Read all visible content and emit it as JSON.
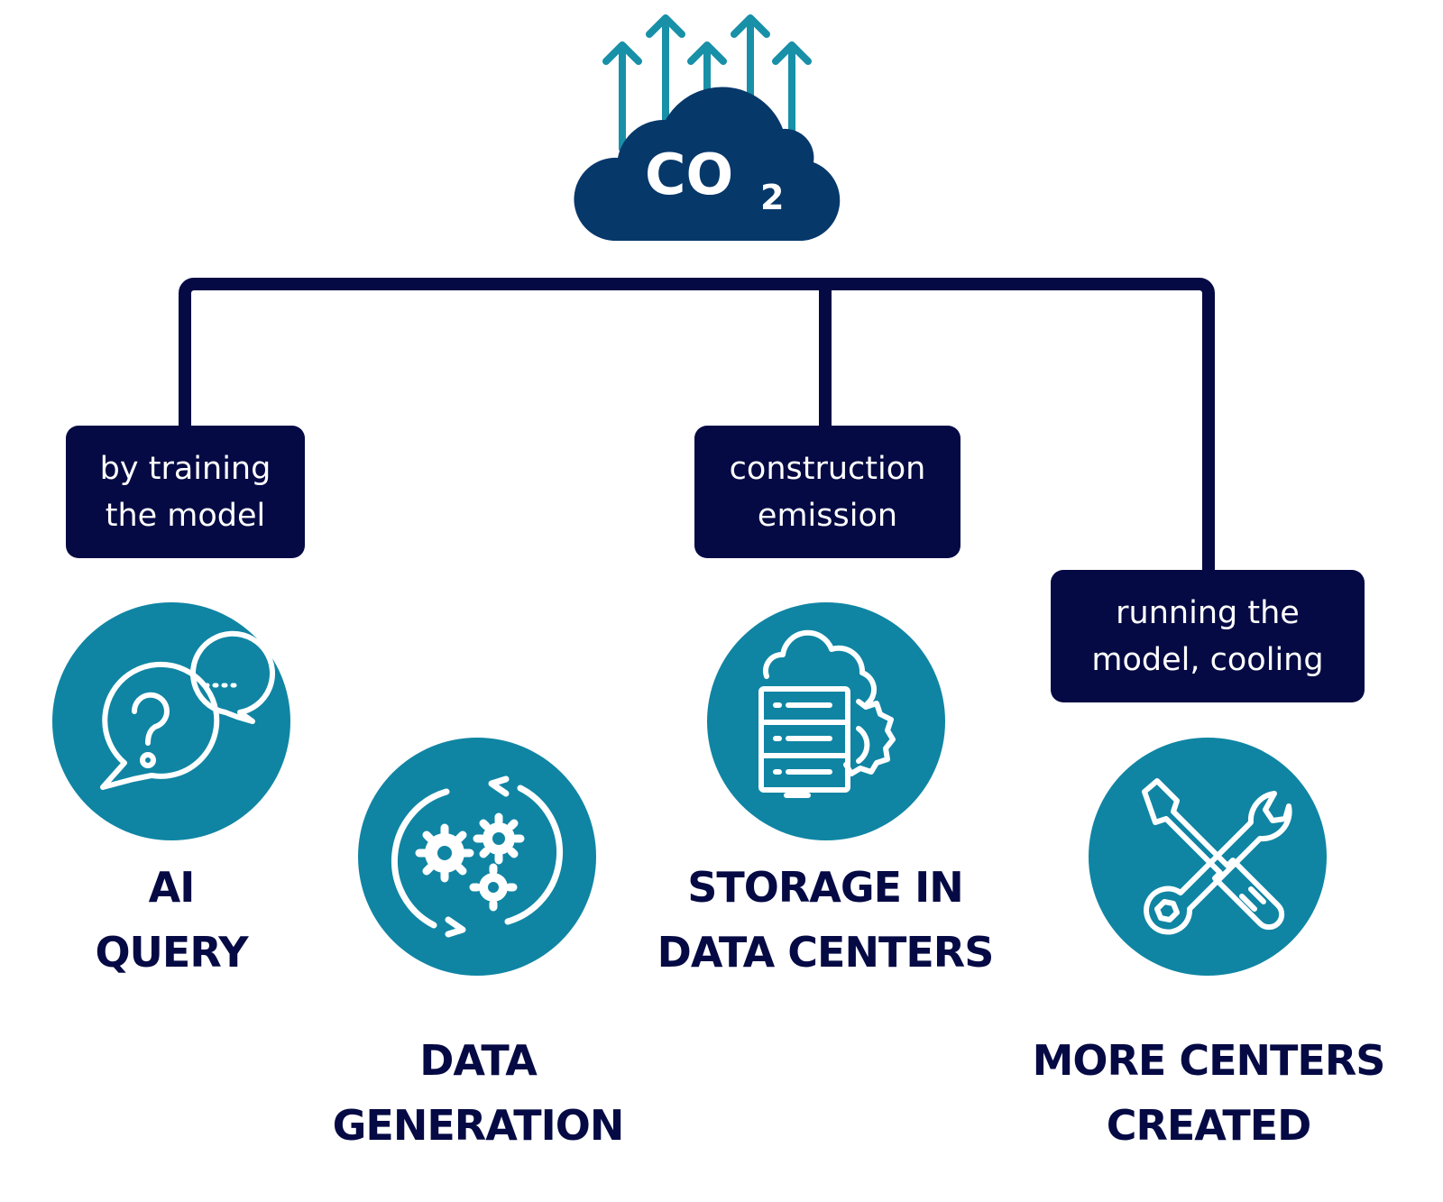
{
  "cloud": {
    "formula": "CO",
    "subscript": "2"
  },
  "causes": [
    {
      "label": "by training\nthe model"
    },
    {
      "label": "construction\nemission"
    },
    {
      "label": "running the\nmodel, cooling"
    }
  ],
  "topics": [
    {
      "title": "AI\nQUERY",
      "icon": "chat-question-icon"
    },
    {
      "title": "DATA\nGENERATION",
      "icon": "gears-cycle-icon"
    },
    {
      "title": "STORAGE IN\nDATA CENTERS",
      "icon": "cloud-server-icon"
    },
    {
      "title": "MORE CENTERS\nCREATED",
      "icon": "wrench-screwdriver-icon"
    }
  ],
  "colors": {
    "navy": "#050a44",
    "cloud": "#07386a",
    "teal": "#0f85a3",
    "arrow": "#1890a8"
  }
}
